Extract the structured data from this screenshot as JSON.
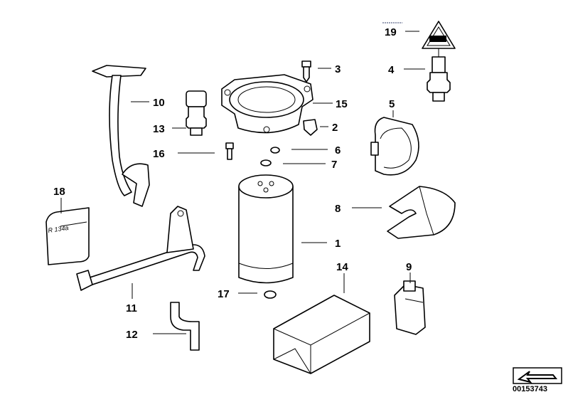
{
  "diagram": {
    "title": "",
    "document_number": "00153743",
    "label_card_text": "R 134a",
    "callouts": [
      {
        "id": "19",
        "label": "19"
      },
      {
        "id": "4",
        "label": "4"
      },
      {
        "id": "3",
        "label": "3"
      },
      {
        "id": "15",
        "label": "15"
      },
      {
        "id": "2",
        "label": "2"
      },
      {
        "id": "5",
        "label": "5"
      },
      {
        "id": "6",
        "label": "6"
      },
      {
        "id": "7",
        "label": "7"
      },
      {
        "id": "8",
        "label": "8"
      },
      {
        "id": "1",
        "label": "1"
      },
      {
        "id": "9",
        "label": "9"
      },
      {
        "id": "14",
        "label": "14"
      },
      {
        "id": "17",
        "label": "17"
      },
      {
        "id": "10",
        "label": "10"
      },
      {
        "id": "13",
        "label": "13"
      },
      {
        "id": "16",
        "label": "16"
      },
      {
        "id": "18",
        "label": "18"
      },
      {
        "id": "11",
        "label": "11"
      },
      {
        "id": "12",
        "label": "12"
      }
    ]
  }
}
